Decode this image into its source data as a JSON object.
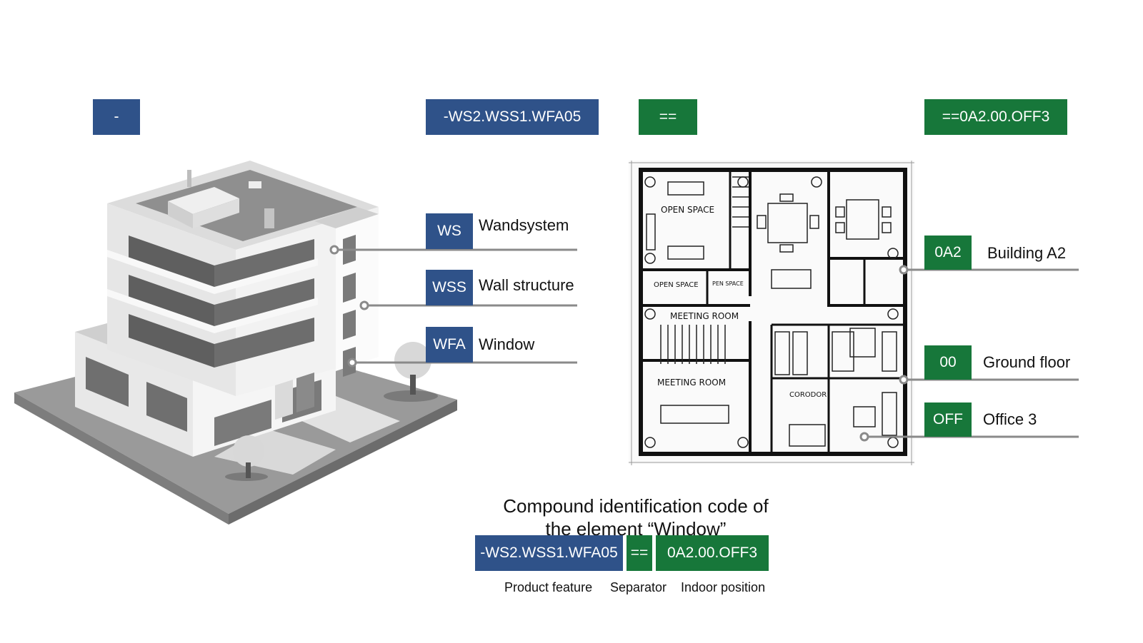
{
  "colors": {
    "product": "#2f5289",
    "location": "#17773a",
    "leader": "#8a8a8a"
  },
  "top": {
    "product_prefix": "-",
    "product_code": "-WS2.WSS1.WFA05",
    "location_prefix": "==",
    "location_code": "==0A2.00.OFF3"
  },
  "product_aspects": [
    {
      "code": "WS",
      "label": "Wandsystem"
    },
    {
      "code": "WSS",
      "label": "Wall structure"
    },
    {
      "code": "WFA",
      "label": "Window"
    }
  ],
  "location_aspects": [
    {
      "code": "0A2",
      "label": "Building A2"
    },
    {
      "code": "00",
      "label": "Ground floor"
    },
    {
      "code": "OFF",
      "label": "Office 3"
    }
  ],
  "floorplan": {
    "rooms": [
      "OPEN SPACE",
      "OPEN SPACE",
      "PEN SPACE",
      "MEETING ROOM",
      "MEETING ROOM",
      "CORODOR"
    ]
  },
  "compound": {
    "caption_line1": "Compound identification code of",
    "caption_line2": "the element “Window”",
    "product_code": "-WS2.WSS1.WFA05",
    "separator": "==",
    "location_code": "0A2.00.OFF3",
    "product_label": "Product feature",
    "separator_label": "Separator",
    "location_label": "Indoor position"
  }
}
